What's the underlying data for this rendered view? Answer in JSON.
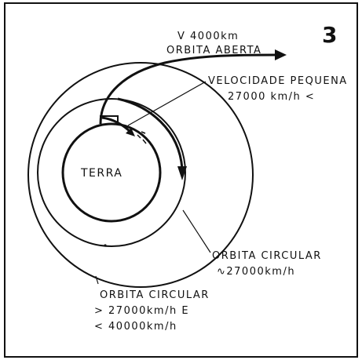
{
  "figure_number": "3",
  "labels": {
    "earth": "TERRA",
    "open_orbit_speed": "V  4000km",
    "open_orbit": "ORBITA  ABERTA",
    "low_speed_title": "VELOCIDADE PEQUENA",
    "low_speed_value": "27000 km/h <",
    "circular_orbit_title": "ORBITA  CIRCULAR",
    "circular_orbit_value": "∿27000km/h",
    "outer_orbit_title": "ORBITA  CIRCULAR",
    "outer_orbit_line1": "> 27000km/h  E",
    "outer_orbit_line2": "< 40000km/h"
  },
  "colors": {
    "ink": "#111111",
    "paper": "#ffffff"
  }
}
